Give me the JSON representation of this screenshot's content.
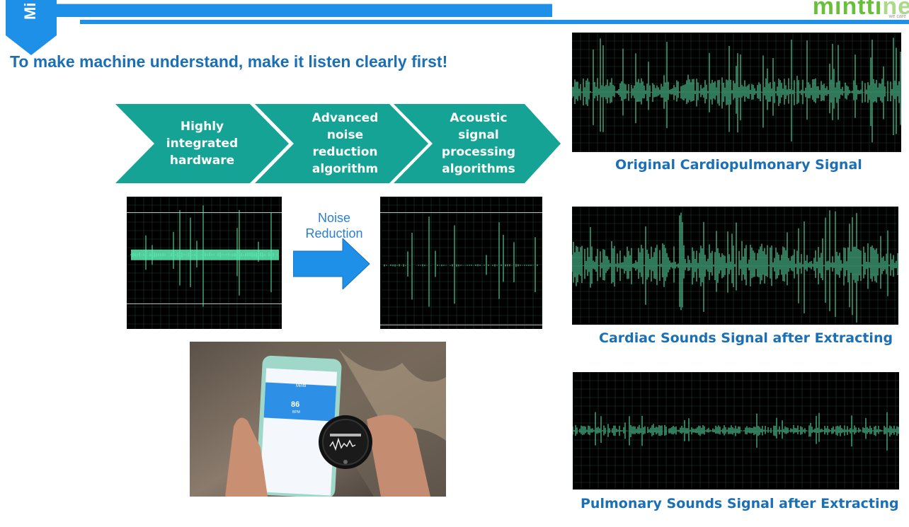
{
  "header": {
    "section_tag": "Mi",
    "logo_main": "mintti",
    "logo_tail": "ne",
    "logo_sub": "we care"
  },
  "headline": "To make machine understand, make it listen clearly first!",
  "pipeline": [
    {
      "label": "Highly integrated hardware"
    },
    {
      "label": "Advanced noise reduction algorithm"
    },
    {
      "label": "Acoustic signal processing algorithms"
    }
  ],
  "noise_reduction_label": "Noise Reduction",
  "signals": {
    "original_caption": "Original Cardiopulmonary Signal",
    "cardiac_caption": "Cardiac Sounds Signal after Extracting",
    "pulmonary_caption": "Pulmonary Sounds Signal after Extracting"
  },
  "colors": {
    "brand_blue": "#1e90e8",
    "headline_blue": "#1a6fb5",
    "chevron_teal": "#14a394",
    "wave_green": "#5ef0b5",
    "logo_green": "#6abf3a"
  },
  "photo": {
    "screen_title": "Mintti",
    "heart_rate": "86",
    "unit": "BPM"
  }
}
